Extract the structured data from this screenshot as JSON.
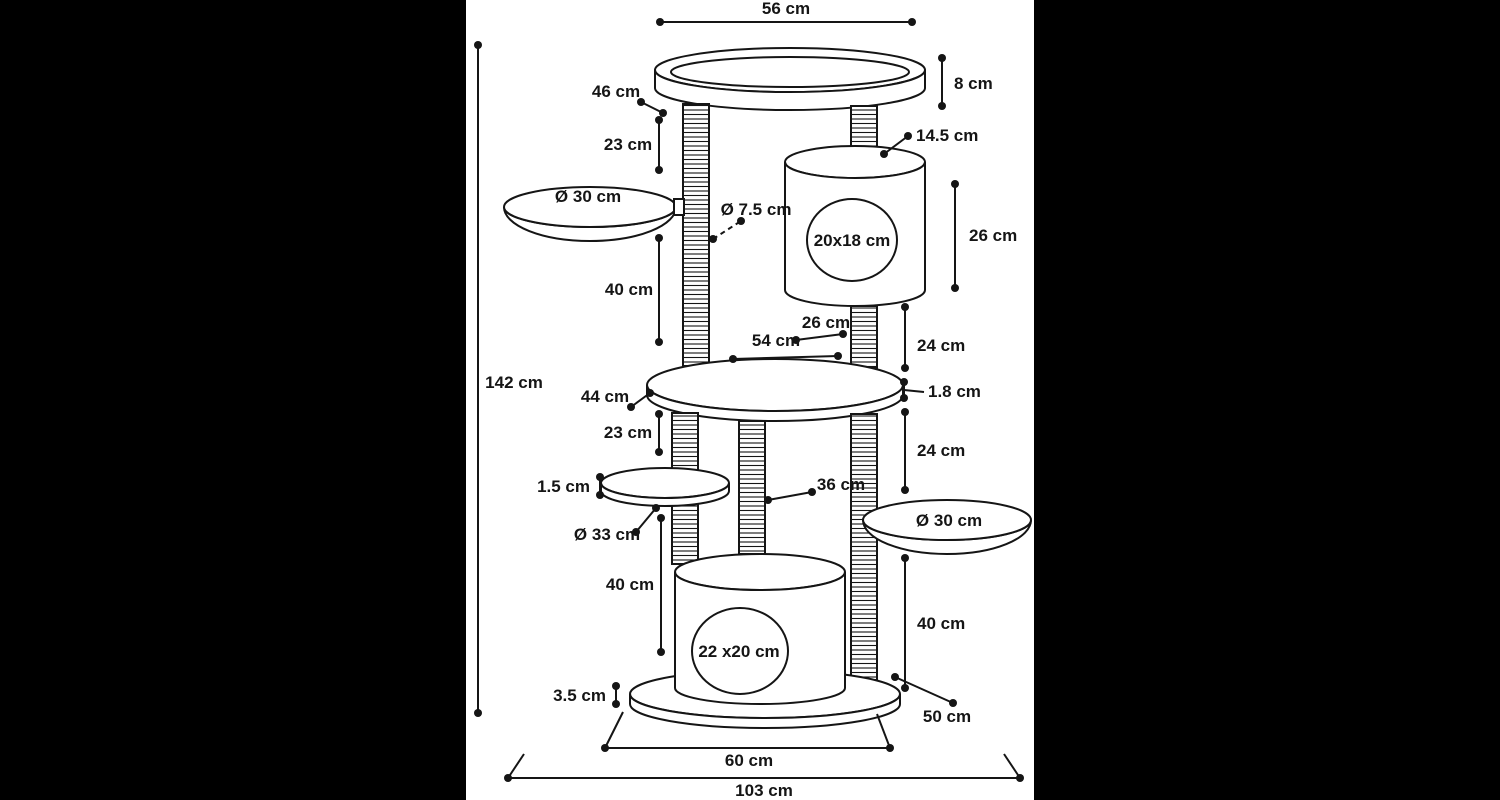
{
  "scene": {
    "type": "technical-dimension-diagram",
    "subject": "cat scratching tree",
    "unit": "cm",
    "background": "#ffffff",
    "letterbox_color": "#000000",
    "line_color": "#151515"
  },
  "dims": {
    "top_width": "56 cm",
    "top_rim_height": "8 cm",
    "top_platform_diameter": "46 cm",
    "post_below_tray": "14.5 cm",
    "upper_post_upper_segment": "23 cm",
    "left_bowl_diameter": "Ø 30 cm",
    "post_diameter": "Ø 7.5 cm",
    "upper_house_opening": "20x18 cm",
    "upper_house_height": "26 cm",
    "upper_post_lower_segment": "40 cm",
    "upper_house_offset": "26 cm",
    "middle_platform_width": "54 cm",
    "post_below_house": "24 cm",
    "overall_height": "142 cm",
    "middle_platform_diameter": "44 cm",
    "middle_platform_thickness": "1.8 cm",
    "post_below_platform": "23 cm",
    "right_post_upper_segment": "24 cm",
    "small_platform_thickness": "1.5 cm",
    "middle_post_height": "36 cm",
    "small_platform_diameter": "Ø 33 cm",
    "right_bowl_diameter": "Ø 30 cm",
    "left_post_lower_segment": "40 cm",
    "right_post_lower_segment": "40 cm",
    "base_thickness": "3.5 cm",
    "lower_house_opening": "22 x20 cm",
    "base_depth": "50 cm",
    "base_width": "60 cm",
    "overall_width": "103 cm"
  }
}
